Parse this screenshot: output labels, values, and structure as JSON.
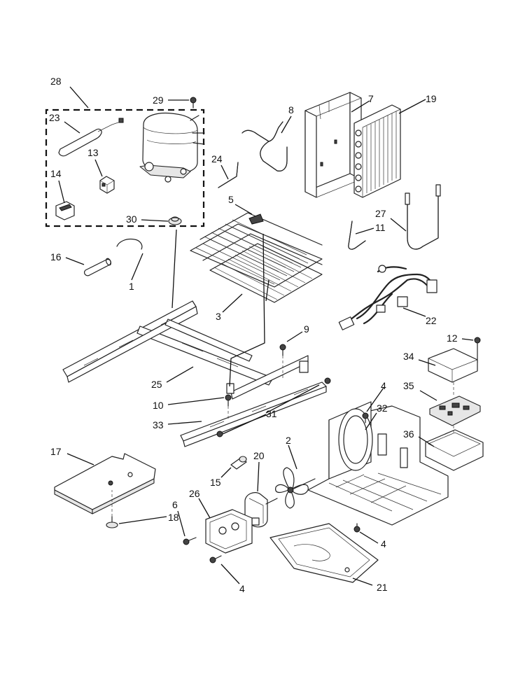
{
  "callouts": [
    {
      "id": "c28",
      "label": "28"
    },
    {
      "id": "c29",
      "label": "29"
    },
    {
      "id": "c23",
      "label": "23"
    },
    {
      "id": "c13",
      "label": "13"
    },
    {
      "id": "c14",
      "label": "14"
    },
    {
      "id": "c30",
      "label": "30"
    },
    {
      "id": "c16",
      "label": "16"
    },
    {
      "id": "c1",
      "label": "1"
    },
    {
      "id": "c8",
      "label": "8"
    },
    {
      "id": "c24",
      "label": "24"
    },
    {
      "id": "c5",
      "label": "5"
    },
    {
      "id": "c3",
      "label": "3"
    },
    {
      "id": "c7",
      "label": "7"
    },
    {
      "id": "c19",
      "label": "19"
    },
    {
      "id": "c27",
      "label": "27"
    },
    {
      "id": "c11",
      "label": "11"
    },
    {
      "id": "c22",
      "label": "22"
    },
    {
      "id": "c9",
      "label": "9"
    },
    {
      "id": "c12",
      "label": "12"
    },
    {
      "id": "c34",
      "label": "34"
    },
    {
      "id": "c35",
      "label": "35"
    },
    {
      "id": "c36",
      "label": "36"
    },
    {
      "id": "c25",
      "label": "25"
    },
    {
      "id": "c10",
      "label": "10"
    },
    {
      "id": "c33",
      "label": "33"
    },
    {
      "id": "c31",
      "label": "31"
    },
    {
      "id": "c4a",
      "label": "4"
    },
    {
      "id": "c32",
      "label": "32"
    },
    {
      "id": "c2",
      "label": "2"
    },
    {
      "id": "c17",
      "label": "17"
    },
    {
      "id": "c15",
      "label": "15"
    },
    {
      "id": "c20",
      "label": "20"
    },
    {
      "id": "c6",
      "label": "6"
    },
    {
      "id": "c26",
      "label": "26"
    },
    {
      "id": "c18",
      "label": "18"
    },
    {
      "id": "c4b",
      "label": "4"
    },
    {
      "id": "c4c",
      "label": "4"
    },
    {
      "id": "c21",
      "label": "21"
    }
  ]
}
